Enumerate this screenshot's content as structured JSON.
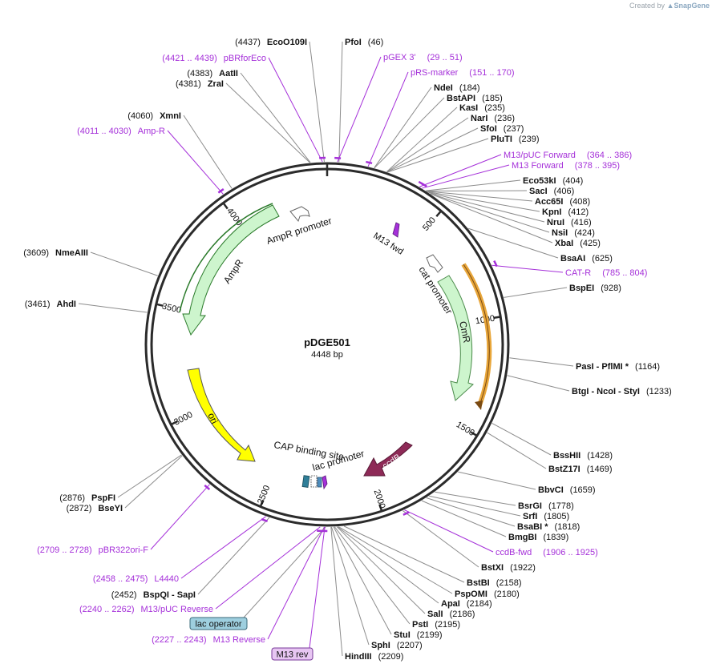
{
  "header": {
    "created_prefix": "Created by",
    "brand": "SnapGene"
  },
  "plasmid": {
    "name": "pDGE501",
    "size_label": "4448 bp",
    "length": 4448
  },
  "colors": {
    "backbone": "#2b2b2b",
    "primer": "#a530d9",
    "enzyme_line": "#8c8c8c",
    "ampr": "#cdf5cd",
    "ampr_outline": "#2a7a2a",
    "cmr": "#cdf5cd",
    "ori": "#ffff00",
    "ccdb": "#8e2a57",
    "cat_r_band": "#e8a63a",
    "lac_operator": "#9ecfdf",
    "m13_rev_label": "#e7c6f2"
  },
  "ticks": [
    {
      "pos": 500,
      "label": "500"
    },
    {
      "pos": 1000,
      "label": "1000"
    },
    {
      "pos": 1500,
      "label": "1500"
    },
    {
      "pos": 2000,
      "label": "2000"
    },
    {
      "pos": 2500,
      "label": "2500"
    },
    {
      "pos": 3000,
      "label": "3000"
    },
    {
      "pos": 3500,
      "label": "3500"
    },
    {
      "pos": 4000,
      "label": "4000"
    }
  ],
  "features": [
    {
      "name": "AmpR promoter",
      "label": "AmpR promoter",
      "start": 4420,
      "end": 4315,
      "type": "promoter"
    },
    {
      "name": "AmpR",
      "label": "AmpR",
      "start": 4280,
      "end": 3500,
      "type": "cds"
    },
    {
      "name": "ori",
      "label": "ori",
      "start": 3210,
      "end": 2720,
      "type": "ori"
    },
    {
      "name": "CAP binding site",
      "label": "CAP binding site",
      "type": "site"
    },
    {
      "name": "lac promoter",
      "label": "lac promoter",
      "type": "promoter"
    },
    {
      "name": "ccdB",
      "label": "ccdB",
      "type": "cds"
    },
    {
      "name": "cat promoter",
      "label": "cat promoter",
      "type": "promoter"
    },
    {
      "name": "CmR",
      "label": "CmR",
      "type": "cds"
    },
    {
      "name": "M13 fwd",
      "label": "M13 fwd",
      "type": "primer"
    }
  ],
  "enzymes_right": [
    {
      "name": "PfoI",
      "pos": "(46)"
    },
    {
      "name": "NdeI",
      "pos": "(184)"
    },
    {
      "name": "BstAPI",
      "pos": "(185)"
    },
    {
      "name": "KasI",
      "pos": "(235)"
    },
    {
      "name": "NarI",
      "pos": "(236)"
    },
    {
      "name": "SfoI",
      "pos": "(237)"
    },
    {
      "name": "PluTI",
      "pos": "(239)"
    },
    {
      "name": "Eco53kI",
      "pos": "(404)"
    },
    {
      "name": "SacI",
      "pos": "(406)"
    },
    {
      "name": "Acc65I",
      "pos": "(408)"
    },
    {
      "name": "KpnI",
      "pos": "(412)"
    },
    {
      "name": "NruI",
      "pos": "(416)"
    },
    {
      "name": "NsiI",
      "pos": "(424)"
    },
    {
      "name": "XbaI",
      "pos": "(425)"
    },
    {
      "name": "BsaAI",
      "pos": "(625)"
    },
    {
      "name": "BspEI",
      "pos": "(928)"
    },
    {
      "name": "PasI  - PflMI *",
      "pos": "(1164)"
    },
    {
      "name": "BtgI  - NcoI  - StyI",
      "pos": "(1233)"
    },
    {
      "name": "BssHII",
      "pos": "(1428)"
    },
    {
      "name": "BstZ17I",
      "pos": "(1469)"
    },
    {
      "name": "BbvCI",
      "pos": "(1659)"
    },
    {
      "name": "BsrGI",
      "pos": "(1778)"
    },
    {
      "name": "SrfI",
      "pos": "(1805)"
    },
    {
      "name": "BsaBI *",
      "pos": "(1818)"
    },
    {
      "name": "BmgBI",
      "pos": "(1839)"
    },
    {
      "name": "BstXI",
      "pos": "(1922)"
    },
    {
      "name": "BstBI",
      "pos": "(2158)"
    },
    {
      "name": "PspOMI",
      "pos": "(2180)"
    },
    {
      "name": "ApaI",
      "pos": "(2184)"
    },
    {
      "name": "SalI",
      "pos": "(2186)"
    },
    {
      "name": "PstI",
      "pos": "(2195)"
    },
    {
      "name": "StuI",
      "pos": "(2199)"
    },
    {
      "name": "SphI",
      "pos": "(2207)"
    },
    {
      "name": "HindIII",
      "pos": "(2209)"
    }
  ],
  "enzymes_left": [
    {
      "name": "EcoO109I",
      "pos": "(4437)"
    },
    {
      "name": "AatII",
      "pos": "(4383)"
    },
    {
      "name": "ZraI",
      "pos": "(4381)"
    },
    {
      "name": "XmnI",
      "pos": "(4060)"
    },
    {
      "name": "NmeAIII",
      "pos": "(3609)"
    },
    {
      "name": "AhdI",
      "pos": "(3461)"
    },
    {
      "name": "PspFI",
      "pos": "(2876)"
    },
    {
      "name": "BseYI",
      "pos": "(2872)"
    },
    {
      "name": "BspQI  - SapI",
      "pos": "(2452)"
    }
  ],
  "primers_right": [
    {
      "name": "pGEX 3'",
      "range": "(29 .. 51)"
    },
    {
      "name": "pRS-marker",
      "range": "(151 .. 170)"
    },
    {
      "name": "M13/pUC Forward",
      "range": "(364 .. 386)"
    },
    {
      "name": "M13 Forward",
      "range": "(378 .. 395)"
    },
    {
      "name": "CAT-R",
      "range": "(785 .. 804)"
    },
    {
      "name": "ccdB-fwd",
      "range": "(1906 .. 1925)"
    }
  ],
  "primers_left": [
    {
      "name": "pBRforEco",
      "range": "(4421 .. 4439)"
    },
    {
      "name": "Amp-R",
      "range": "(4011 .. 4030)"
    },
    {
      "name": "pBR322ori-F",
      "range": "(2709 .. 2728)"
    },
    {
      "name": "L4440",
      "range": "(2458 .. 2475)"
    },
    {
      "name": "M13/pUC Reverse",
      "range": "(2240 .. 2262)"
    },
    {
      "name": "M13 Reverse",
      "range": "(2227 .. 2243)"
    }
  ],
  "boxed_labels": [
    {
      "name": "lac operator"
    },
    {
      "name": "M13 rev"
    }
  ]
}
